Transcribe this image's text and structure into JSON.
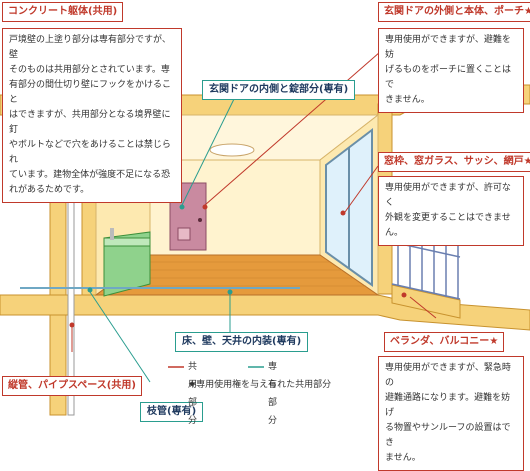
{
  "labels": {
    "concrete": "コンクリート躯体(共用)",
    "door_outer": "玄関ドアの外側と本体、ポーチ",
    "door_inner": "玄関ドアの内側と錠部分(専有)",
    "window": "窓枠、窓ガラス、サッシ、網戸",
    "interior": "床、壁、天井の内装(専有)",
    "veranda": "ベランダ、バルコニー",
    "pipe_main": "縦管、パイプスペース(共用)",
    "pipe_branch": "枝管(専有)"
  },
  "star": "★",
  "descriptions": {
    "concrete": [
      "戸境壁の上塗り部分は専有部分ですが、壁",
      "そのものは共用部分とされています。専",
      "有部分の間仕切り壁にフックをかけること",
      "はできますが、共用部分となる境界壁に釘",
      "やボルトなどで穴をあけることは禁じられ",
      "ています。建物全体が強度不足になる恐",
      "れがあるためです。"
    ],
    "door_outer": [
      "専用使用ができますが、避難を妨",
      "げるものをポーチに置くことはで",
      "きません。"
    ],
    "window": [
      "専用使用ができますが、許可なく",
      "外観を変更することはできません。"
    ],
    "veranda": [
      "専用使用ができますが、緊急時の",
      "避難通路になります。避難を妨げ",
      "る物置やサンルーフの設置はでき",
      "ません。"
    ]
  },
  "legend": {
    "common": "共用部分",
    "private": "専有部分",
    "exclusive_use": "★専用使用権を与えられた共用部分"
  },
  "colors": {
    "common": "#c0392b",
    "private": "#2a9d8f",
    "wall": "#f6d27a",
    "floor": "#e59a3c"
  }
}
